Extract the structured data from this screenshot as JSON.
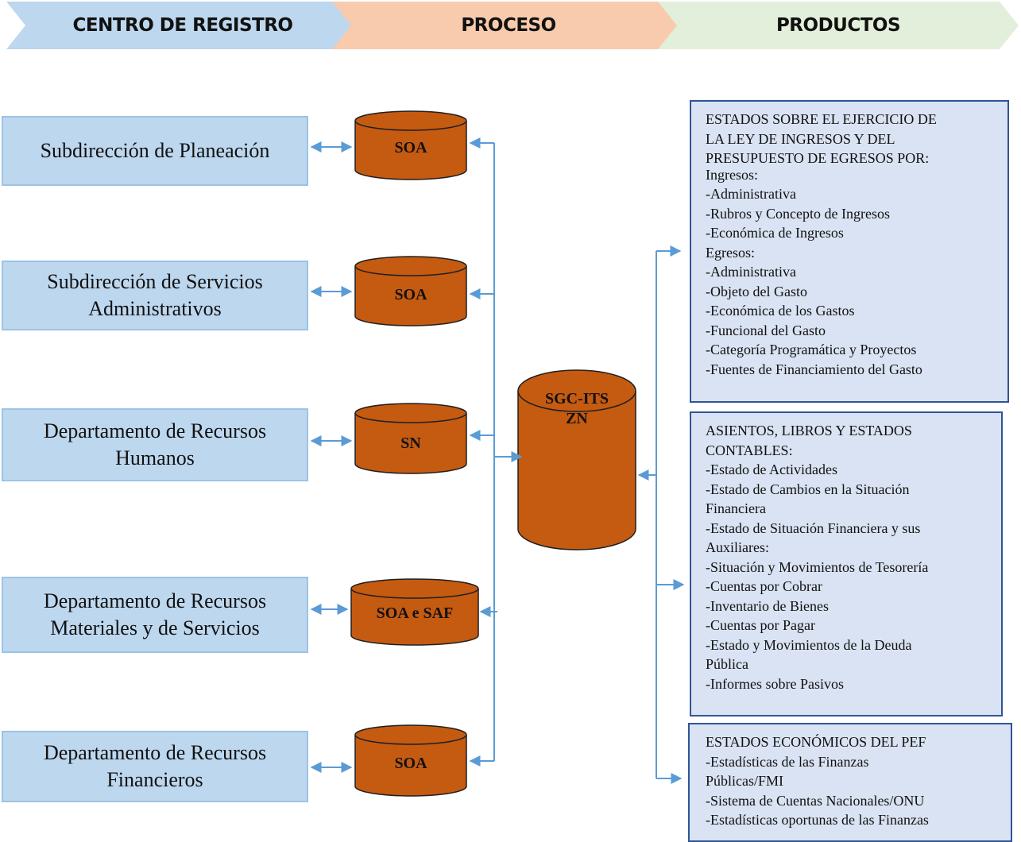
{
  "header": {
    "stages": [
      "CENTRO DE REGISTRO",
      "PROCESO",
      "PRODUCTOS"
    ],
    "colors": [
      "#bdd7ee",
      "#f8cbad",
      "#e2efda"
    ]
  },
  "sources": [
    "Subdirección de Planeación",
    "Subdirección de Servicios Administrativos",
    "Departamento de Recursos Humanos",
    "Departamento de Recursos Materiales y de Servicios",
    "Departamento de Recursos Financieros"
  ],
  "systems": [
    "SOA",
    "SOA",
    "SN",
    "SOA e SAF",
    "SOA"
  ],
  "central": "SGC-ITSZN",
  "products": [
    {
      "lines": [
        "ESTADOS SOBRE EL EJERCICIO DE",
        "LA LEY DE INGRESOS Y DEL",
        "PRESUPUESTO DE EGRESOS POR:",
        "Ingresos:",
        "-Administrativa",
        "-Rubros y Concepto de Ingresos",
        "-Económica de Ingresos",
        "Egresos:",
        "-Administrativa",
        "-Objeto del Gasto",
        "-Económica de los Gastos",
        "-Funcional del Gasto",
        "-Categoría Programática y Proyectos",
        "-Fuentes de Financiamiento del Gasto"
      ]
    },
    {
      "lines": [
        "ASIENTOS, LIBROS Y ESTADOS",
        "CONTABLES:",
        "-Estado de Actividades",
        "-Estado de Cambios en la Situación",
        "Financiera",
        "-Estado de Situación Financiera y sus",
        "Auxiliares:",
        "-Situación y Movimientos de Tesorería",
        "-Cuentas por Cobrar",
        "-Inventario de Bienes",
        "-Cuentas por Pagar",
        "-Estado y Movimientos de la Deuda",
        "Pública",
        "-Informes sobre Pasivos"
      ]
    },
    {
      "lines": [
        "ESTADOS ECONÓMICOS DEL PEF",
        "-Estadísticas de las Finanzas",
        "Públicas/FMI",
        "-Sistema de Cuentas Nacionales/ONU",
        "-Estadísticas oportunas de las Finanzas"
      ]
    }
  ],
  "colors": {
    "cylinder_fill": "#c55a11",
    "cylinder_stroke": "#1f1f1f",
    "connector": "#5b9bd5"
  }
}
